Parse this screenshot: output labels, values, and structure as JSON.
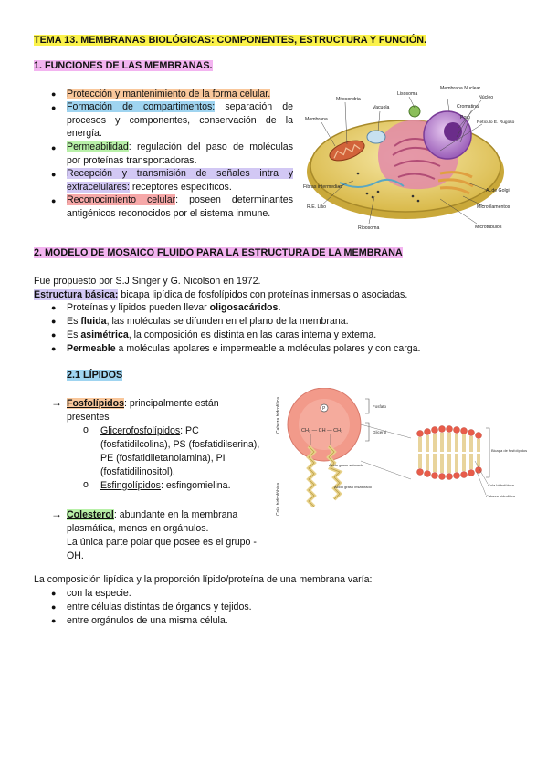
{
  "title": "TEMA 13. MEMBRANAS BIOLÓGICAS: COMPONENTES, ESTRUCTURA Y FUNCIÓN.",
  "section1": {
    "heading": "1. FUNCIONES DE LAS MEMBRANAS.",
    "items": [
      {
        "hl": "Protección y mantenimiento de la forma celular.",
        "rest": ""
      },
      {
        "hl": "Formación de compartimentos:",
        "rest": " separación de procesos y componentes, conservación de la energía."
      },
      {
        "hl": "Permeabilidad",
        "rest": ": regulación del paso de moléculas por proteínas transportadoras."
      },
      {
        "hl": "Recepción y transmisión de señales intra y extracelulares:",
        "rest": " receptores específicos."
      },
      {
        "hl": "Reconocimiento celular",
        "rest": ": poseen determinantes antigénicos reconocidos por el sistema inmune."
      }
    ]
  },
  "cell_labels": {
    "mitocondria": "Mitocondria",
    "lisosoma": "Lisosoma",
    "membrana_nuclear": "Membrana Nuclear",
    "nucleo": "Núcleo",
    "membrana": "Membrana",
    "vacuola": "Vacuola",
    "cromatina": "Cromatina",
    "poro": "Poro",
    "reticulo": "Retículo E. Rugoso",
    "filos": "Fibras intermedias",
    "golgi": "A. de Golgi",
    "re_liso": "R.E. Liso",
    "microfilamentos": "Microfilamentos",
    "ribosoma": "Ribosoma",
    "microtubulos": "Microtúbulos"
  },
  "section2": {
    "heading": "2. MODELO DE MOSAICO FLUIDO PARA LA ESTRUCTURA DE LA MEMBRANA",
    "intro": "Fue propuesto por S.J Singer y G. Nicolson en 1972.",
    "basic_label": "Estructura básica:",
    "basic_text": " bicapa lipídica de fosfolípidos con proteínas inmersas o asociadas.",
    "bullets": [
      {
        "a": "Proteínas y lípidos pueden llevar ",
        "b": "oligosacáridos."
      },
      {
        "pre": "Es ",
        "b": "fluida",
        "post": ", las moléculas se difunden en el plano de la membrana."
      },
      {
        "pre": "Es ",
        "b": "asimétrica",
        "post": ", la composición es distinta en las caras interna y externa."
      },
      {
        "b": "Permeable",
        "post": " a moléculas apolares e impermeable a moléculas polares y con carga."
      }
    ]
  },
  "section21": {
    "heading": "2.1 LÍPIDOS",
    "fosfo_label": "Fosfolípidos",
    "fosfo_text1": ": principalmente están",
    "fosfo_text2": "presentes",
    "glicero_label": "Glicerofosfolípidos",
    "glicero_l1": ": PC",
    "glicero_l2": "(fosfatidilcolina), PS (fosfatidilserina),",
    "glicero_l3": "PE (fosfatidiletanolamina), PI",
    "glicero_l4": "(fosfatidilinositol).",
    "esfingo_label": "Esfingolípidos",
    "esfingo_text": ": esfingomielina.",
    "coles_label": "Colesterol",
    "coles_l1": ": abundante en la membrana",
    "coles_l2": "plasmática, menos en orgánulos.",
    "coles_l3": "La única parte polar que posee es el grupo -",
    "coles_l4": "OH."
  },
  "lipid_labels": {
    "cabeza": "Cabeza hidrofílica",
    "cola": "Cola hidrofóbica",
    "fosfato": "Fosfato",
    "glicerol": "Glicerol",
    "acido_sat": "Ácido graso saturado",
    "acido_insat": "Ácido graso insaturado",
    "bicapa": "Bicapa de fosfolípidos",
    "cola_h": "Cola hidrofóbica",
    "cabeza_h": "Cabeza hidrofílica",
    "p": "P",
    "glyc_chain": "CH₂ — CH — CH₂"
  },
  "composition": {
    "intro": "La composición lipídica y la proporción lípido/proteína de una membrana varía:",
    "items": [
      "con la especie.",
      "entre células distintas de órganos y tejidos.",
      "entre orgánulos de una misma célula."
    ]
  }
}
